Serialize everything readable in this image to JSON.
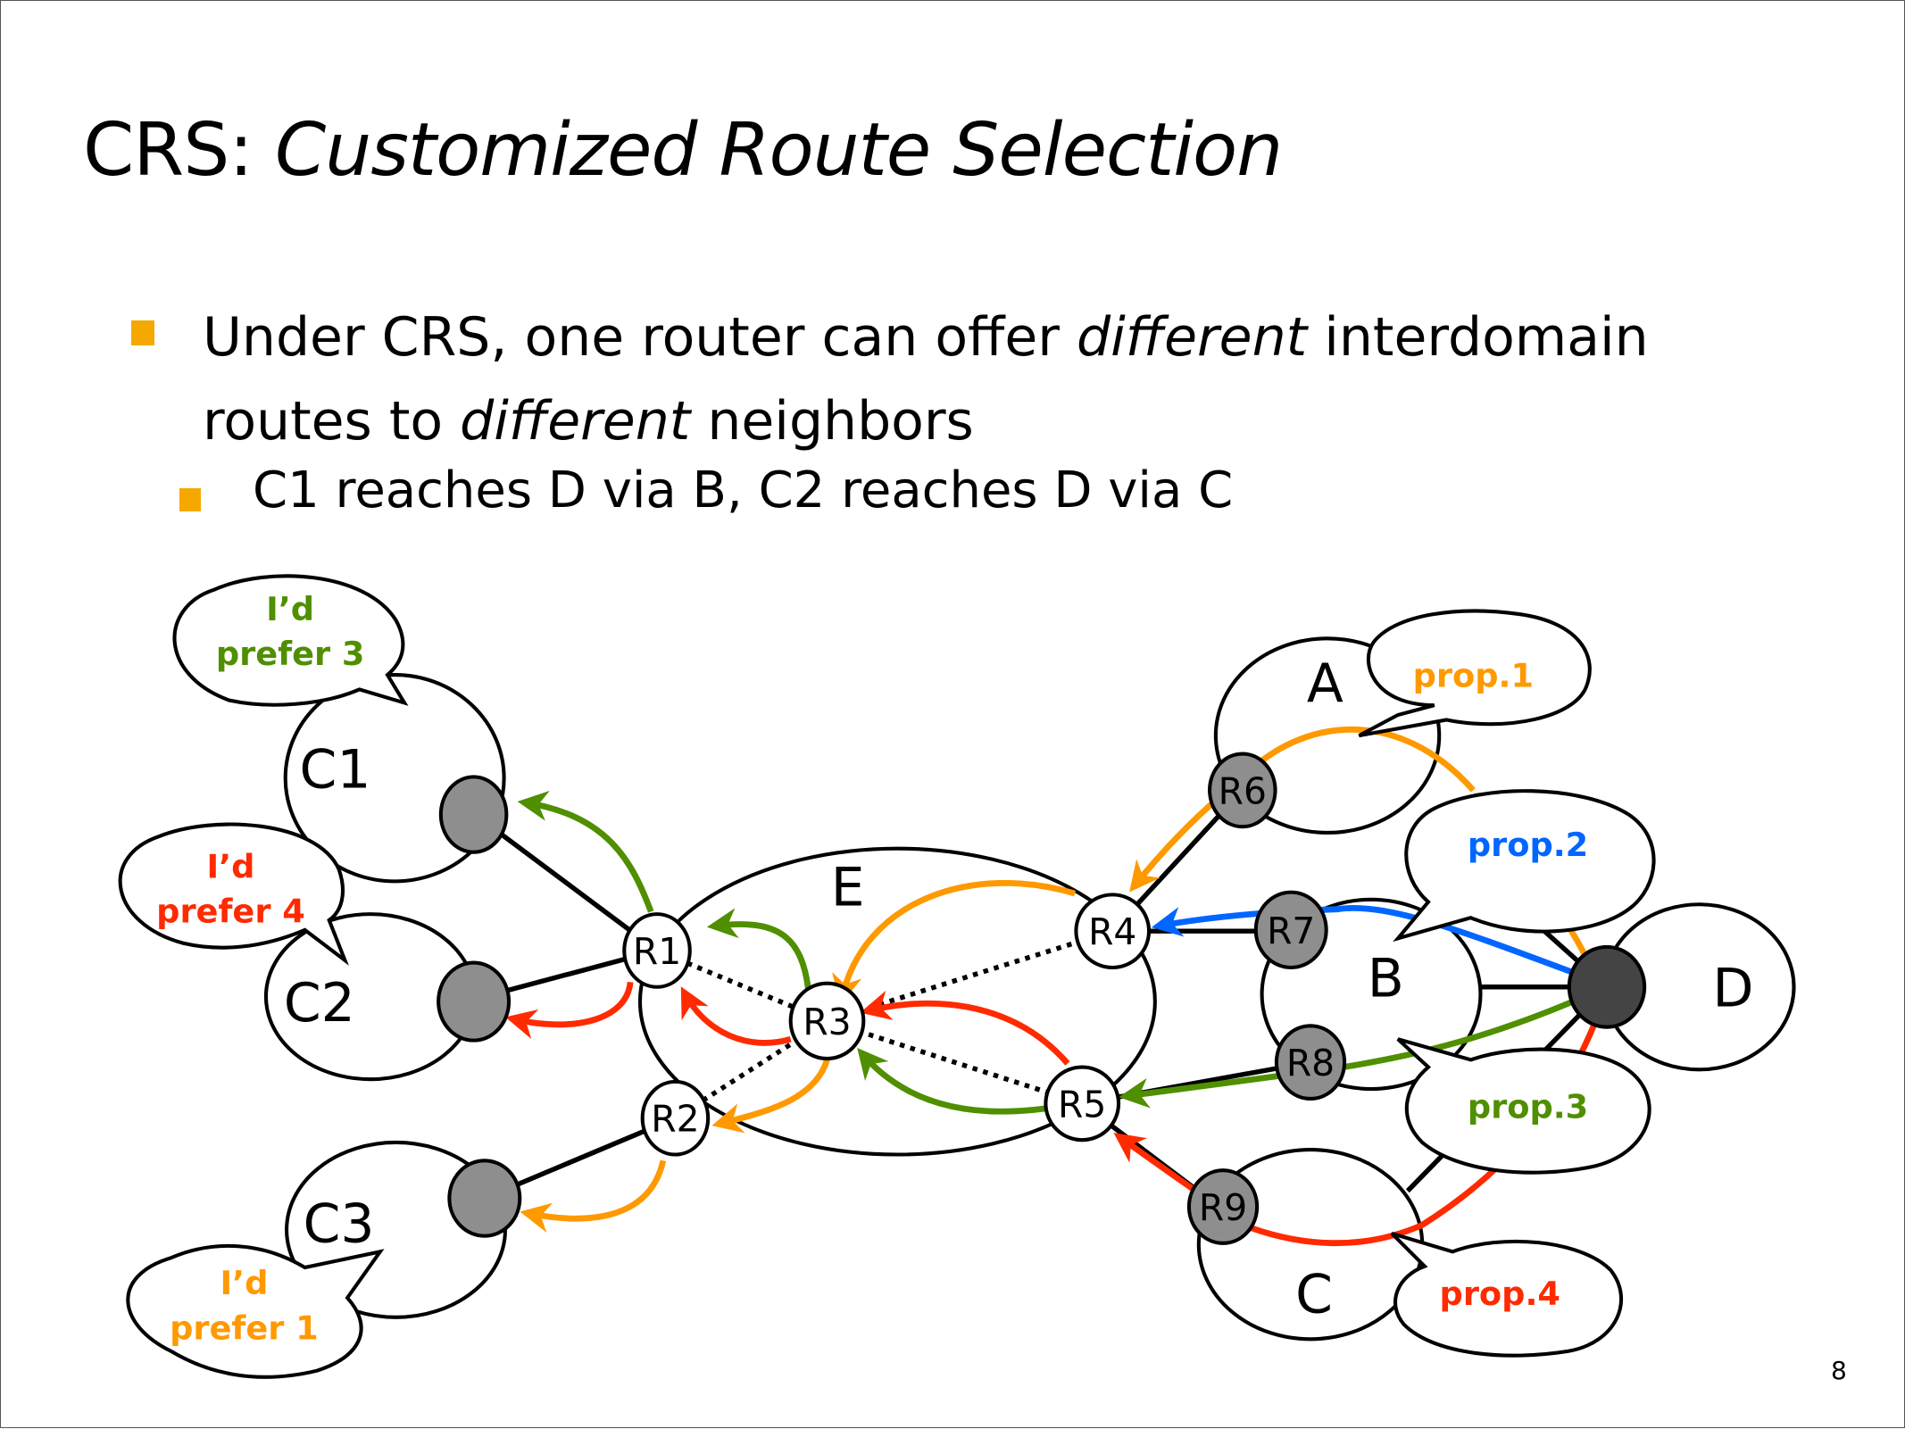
{
  "slide": {
    "title_prefix": "CRS: ",
    "title_italic": "Customized Route Selection",
    "bullets": [
      {
        "level": 1,
        "parts": [
          "Under CRS, one router can offer ",
          "different",
          " interdomain",
          "routes to ",
          "different",
          " neighbors"
        ]
      },
      {
        "level": 2,
        "text": "C1 reaches D via B, C2 reaches D via C"
      }
    ],
    "page_number": "8",
    "bullet_color": "#f5a800"
  },
  "diagram": {
    "colors": {
      "prop1": "#ff9900",
      "prop2": "#0066ff",
      "prop3": "#4f8f00",
      "prop4": "#ff2a00",
      "edge": "#000000",
      "border_router": "#8e8e8e",
      "dest_router": "#444444"
    },
    "ases": {
      "C1": "C1",
      "C2": "C2",
      "C3": "C3",
      "E": "E",
      "A": "A",
      "B": "B",
      "C": "C",
      "D": "D"
    },
    "routers": {
      "R1": "R1",
      "R2": "R2",
      "R3": "R3",
      "R4": "R4",
      "R5": "R5",
      "R6": "R6",
      "R7": "R7",
      "R8": "R8",
      "R9": "R9"
    },
    "customer_bubbles": [
      {
        "line1": "I’d",
        "line2": "prefer 3",
        "color": "#4f8f00",
        "customer": "C1"
      },
      {
        "line1": "I’d",
        "line2": "prefer 4",
        "color": "#ff2a00",
        "customer": "C2"
      },
      {
        "line1": "I’d",
        "line2": "prefer 1",
        "color": "#ff9900",
        "customer": "C3"
      }
    ],
    "proposal_bubbles": [
      {
        "text": "prop.1",
        "color": "#ff9900",
        "neighbor": "A"
      },
      {
        "text": "prop.2",
        "color": "#0066ff",
        "neighbor": "B"
      },
      {
        "text": "prop.3",
        "color": "#4f8f00",
        "neighbor": "B"
      },
      {
        "text": "prop.4",
        "color": "#ff2a00",
        "neighbor": "C"
      }
    ]
  }
}
